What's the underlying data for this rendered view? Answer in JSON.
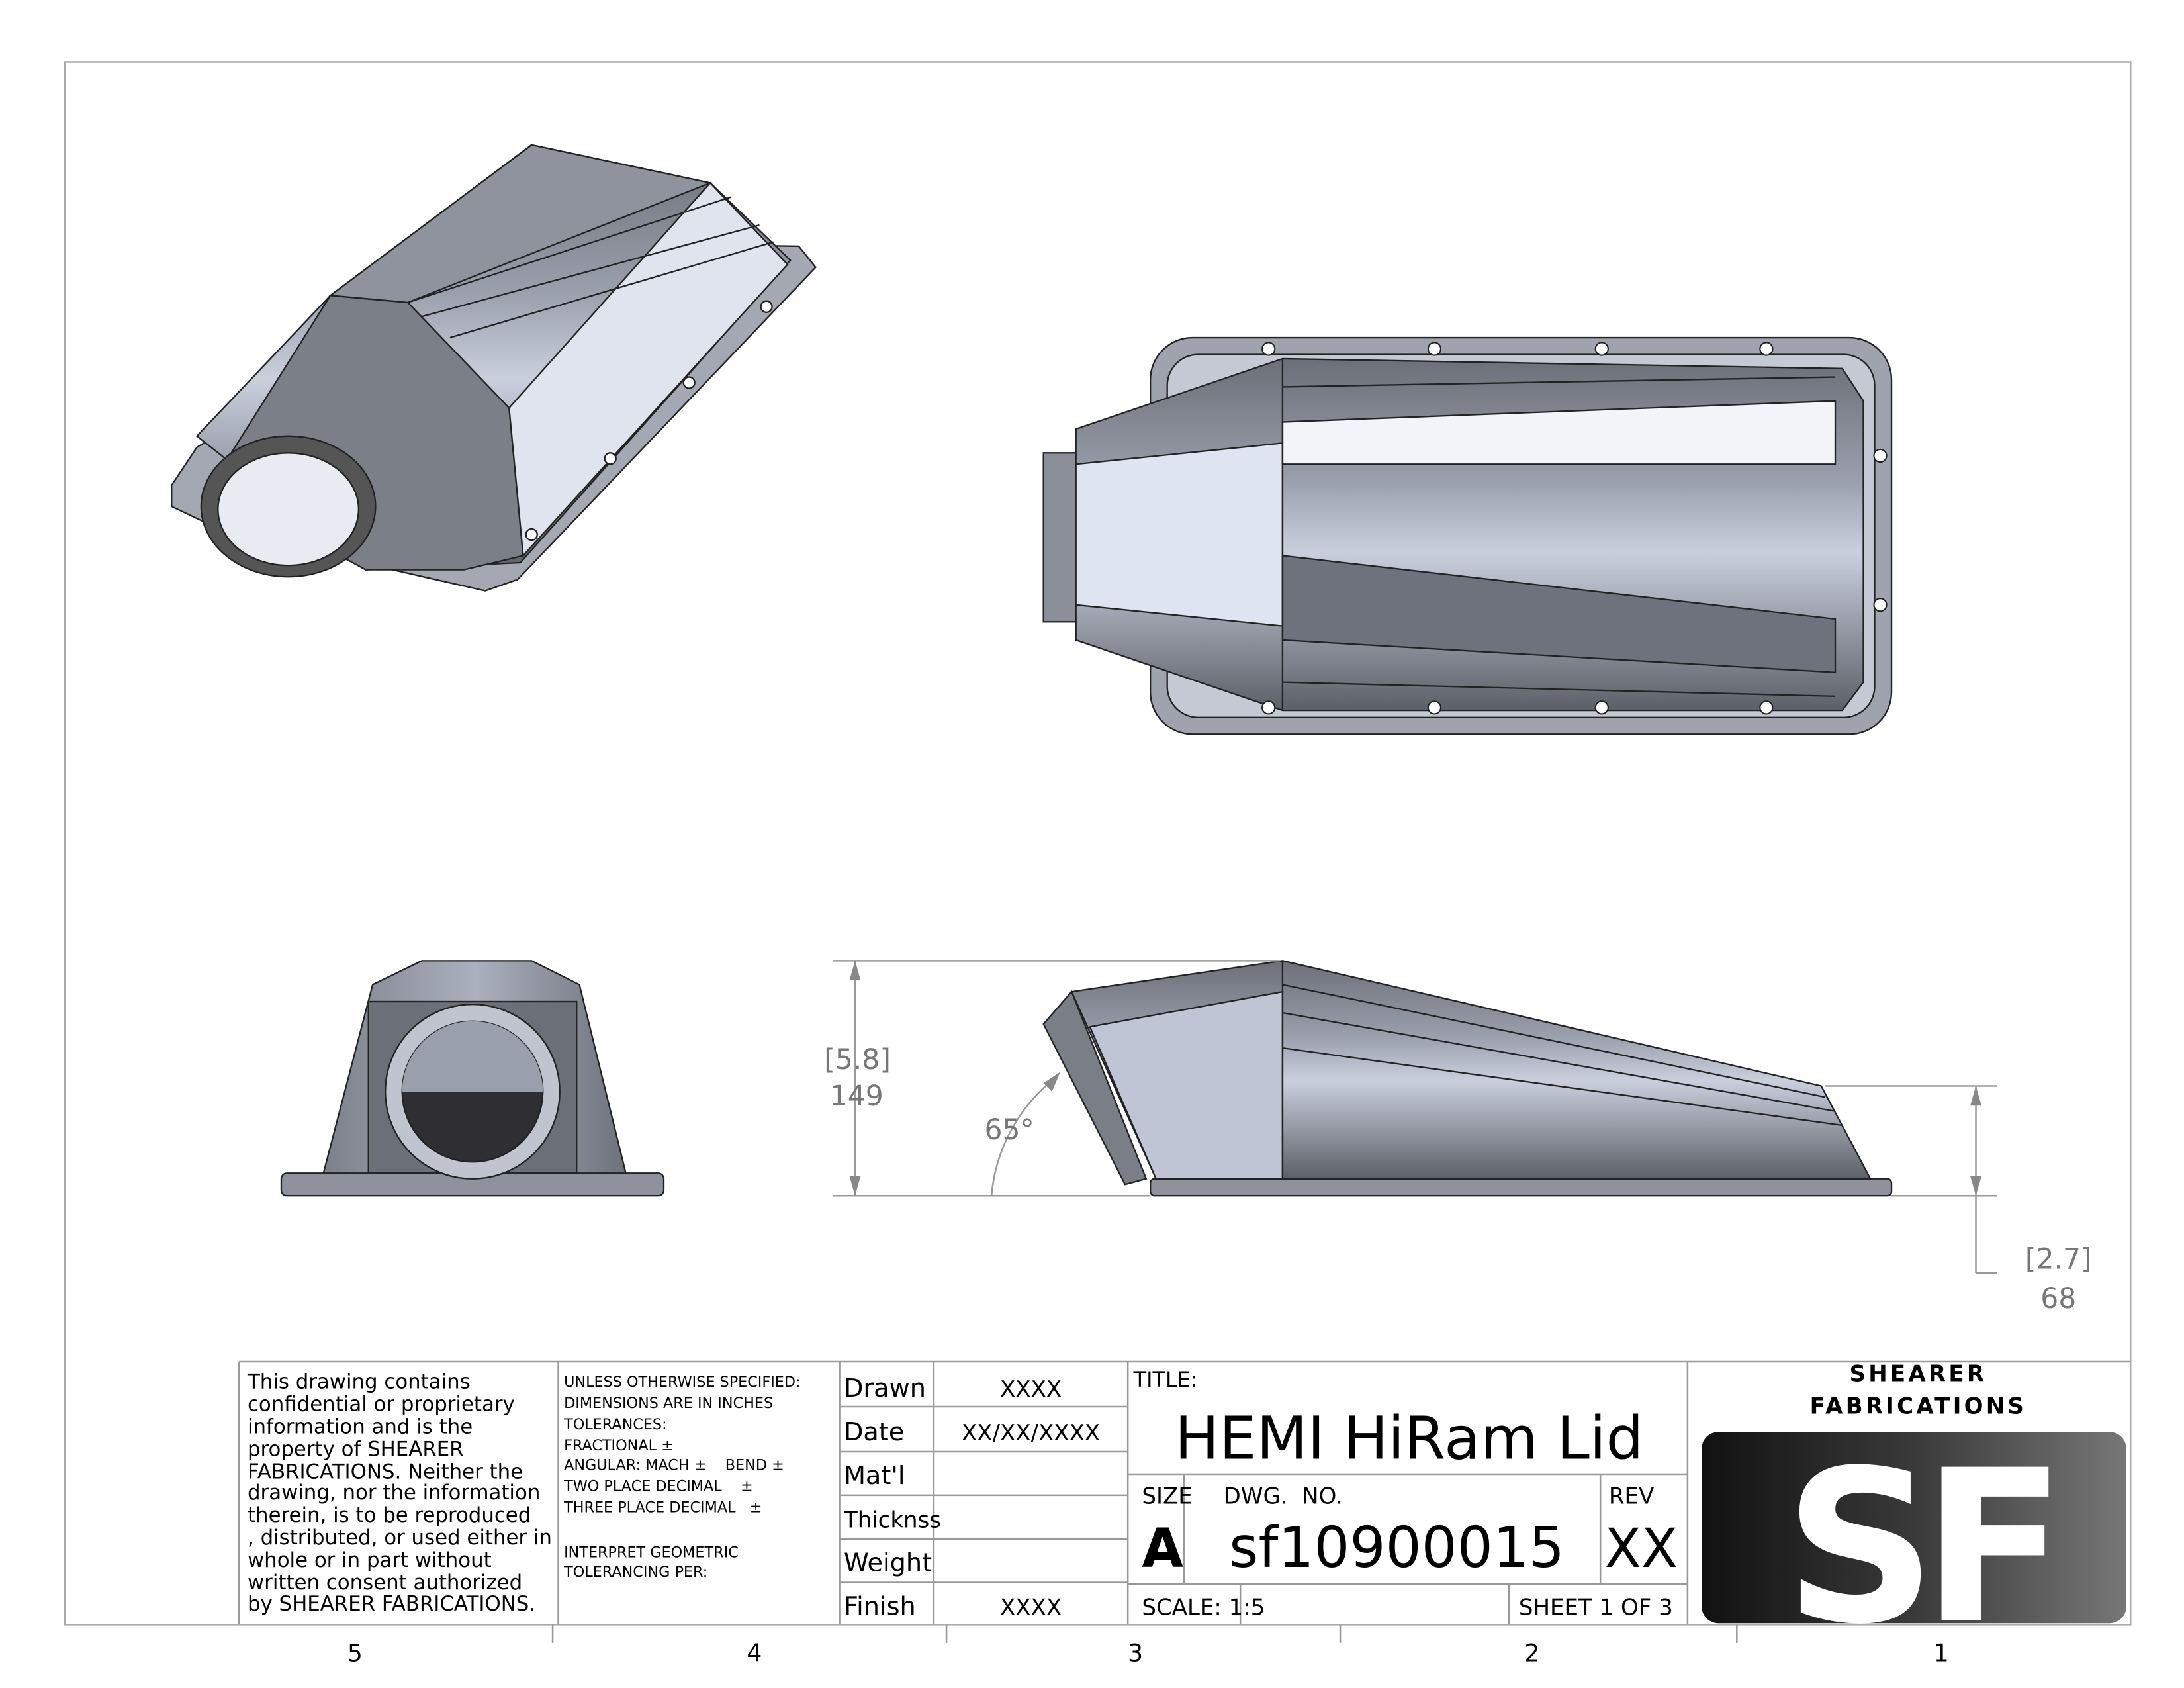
{
  "drawing": {
    "views": [
      "isometric-view",
      "top-view",
      "front-view",
      "side-view"
    ],
    "dimensions": {
      "overall_height_in": "[5.8]",
      "overall_height_mm": "149",
      "angle": "65°",
      "rear_height_in": "[2.7]",
      "rear_height_mm": "68"
    },
    "zones": [
      "5",
      "4",
      "3",
      "2",
      "1"
    ]
  },
  "title_block": {
    "confidentiality": [
      "This drawing contains",
      "confidential or proprietary",
      "information and is the",
      "property of SHEARER",
      "FABRICATIONS. Neither the",
      "drawing, nor the information",
      "therein, is to be reproduced",
      ", distributed, or used either in",
      "whole or in part without",
      "written consent authorized",
      "by SHEARER FABRICATIONS."
    ],
    "tolerances": [
      "UNLESS OTHERWISE SPECIFIED:",
      "DIMENSIONS ARE IN INCHES",
      "TOLERANCES:",
      "FRACTIONAL ±",
      "ANGULAR: MACH ±    BEND ±",
      "TWO PLACE DECIMAL    ±",
      "THREE PLACE DECIMAL   ±",
      "",
      "INTERPRET GEOMETRIC",
      "TOLERANCING PER:"
    ],
    "fields": [
      {
        "label": "Drawn",
        "value": "XXXX"
      },
      {
        "label": "Date",
        "value": "XX/XX/XXXX"
      },
      {
        "label": "Mat'l",
        "value": ""
      },
      {
        "label": "Thicknss",
        "value": ""
      },
      {
        "label": "Weight",
        "value": ""
      },
      {
        "label": "Finish",
        "value": "XXXX"
      }
    ],
    "title_label": "TITLE:",
    "title": "HEMI HiRam Lid",
    "size_label": "SIZE",
    "size": "A",
    "dwg_no_label": "DWG.  NO.",
    "dwg_no": "sf10900015",
    "rev_label": "REV",
    "rev": "XX",
    "scale": "SCALE: 1:5",
    "sheet": "SHEET 1 OF 3",
    "company_line1": "SHEARER",
    "company_line2": "FABRICATIONS",
    "logo_text": "SF"
  },
  "colors": {
    "part_dark": "#5f636c",
    "part_mid": "#8a8f99",
    "part_light": "#c9cfdd",
    "highlight": "#eef1f8"
  }
}
